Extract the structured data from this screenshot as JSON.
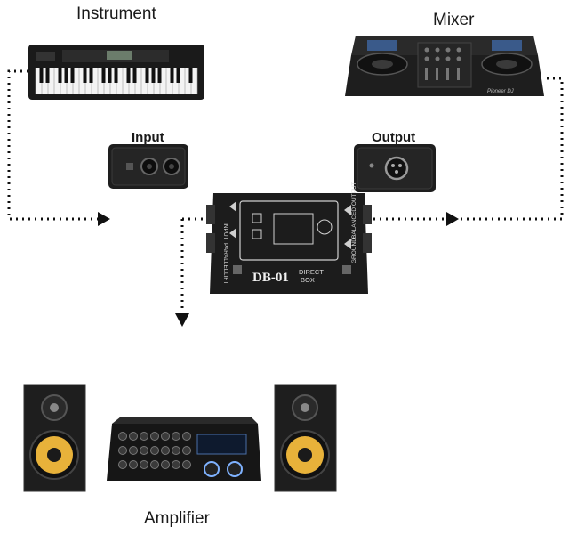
{
  "labels": {
    "instrument": "Instrument",
    "mixer": "Mixer",
    "input": "Input",
    "output": "Output",
    "amplifier": "Amplifier"
  },
  "device": {
    "model": "DB-01",
    "line1": "DIRECT",
    "line2": "BOX",
    "port_input": "INPUT",
    "port_parallel": "PARALLEL",
    "port_lift": "LIFT",
    "port_ground": "GROUND",
    "port_balanced": "BALANCED OUTPUT",
    "mixer_brand": "Pioneer DJ"
  },
  "colors": {
    "device_body": "#1c1c1c",
    "line": "#111111",
    "speaker_cone": "#e8b23a"
  }
}
